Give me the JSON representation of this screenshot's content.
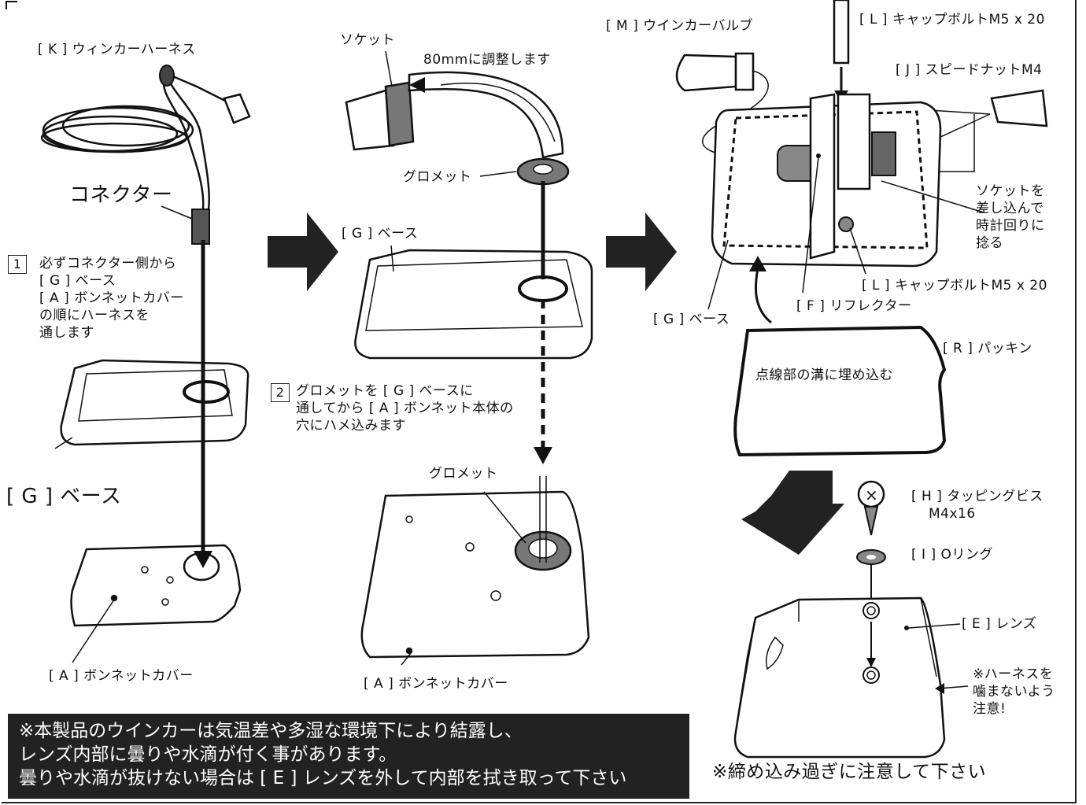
{
  "panel1": {
    "harness_label": "[ K ] ウィンカーハーネス",
    "connector_label": "コネクター",
    "step_number": "1",
    "step_text": [
      "必ずコネクター側から",
      "[ G ] ベース",
      "[ A ] ボンネットカバー",
      "の順にハーネスを",
      "通します"
    ],
    "base_label": "[ G ] ベース",
    "cover_label": "[ A ] ボンネットカバー"
  },
  "panel2": {
    "socket_label": "ソケット",
    "adjust_label": "80mmに調整します",
    "grommet_label": "グロメット",
    "base_label": "[ G ] ベース",
    "step_number": "2",
    "step_text": [
      "グロメットを [ G ] ベースに",
      "通してから [ A ] ボンネット本体の",
      "穴にハメ込みます"
    ],
    "grommet_label2": "グロメット",
    "cover_label": "[ A ] ボンネットカバー"
  },
  "panel3": {
    "bulb_label": "[ M ] ウインカーバルブ",
    "bolt_label_top": "[ L ] キャップボルトM5 x 20",
    "nut_label": "[ J ] スピードナットM4",
    "socket_note": [
      "ソケットを",
      "差し込んで",
      "時計回りに",
      "捻る"
    ],
    "bolt_label_bottom": "[ L ] キャップボルトM5 x 20",
    "reflector_label": "[ F ] リフレクター",
    "base_label": "[ G ] ベース",
    "packing_label": "[ R ] パッキン",
    "packing_note": "点線部の溝に埋め込む"
  },
  "panel4": {
    "screw_label": [
      "[ H ] タッピングビス",
      "M4x16"
    ],
    "oring_label": "[ I ] Oリング",
    "lens_label": "[ E ] レンズ",
    "harness_note": [
      "※ハーネスを",
      "噛まないよう",
      "注意!"
    ],
    "tighten_note": "※締め込み過ぎに注意して下さい"
  },
  "notice": [
    "※本製品のウインカーは気温差や多湿な環境下により結露し、",
    "レンズ内部に曇りや水滴が付く事があります。",
    "曇りや水滴が抜けない場合は [ E ] レンズを外して内部を拭き取って下さい"
  ],
  "colors": {
    "line": "#111111",
    "fill_gray": "#888888",
    "notice_bg": "#222222"
  }
}
